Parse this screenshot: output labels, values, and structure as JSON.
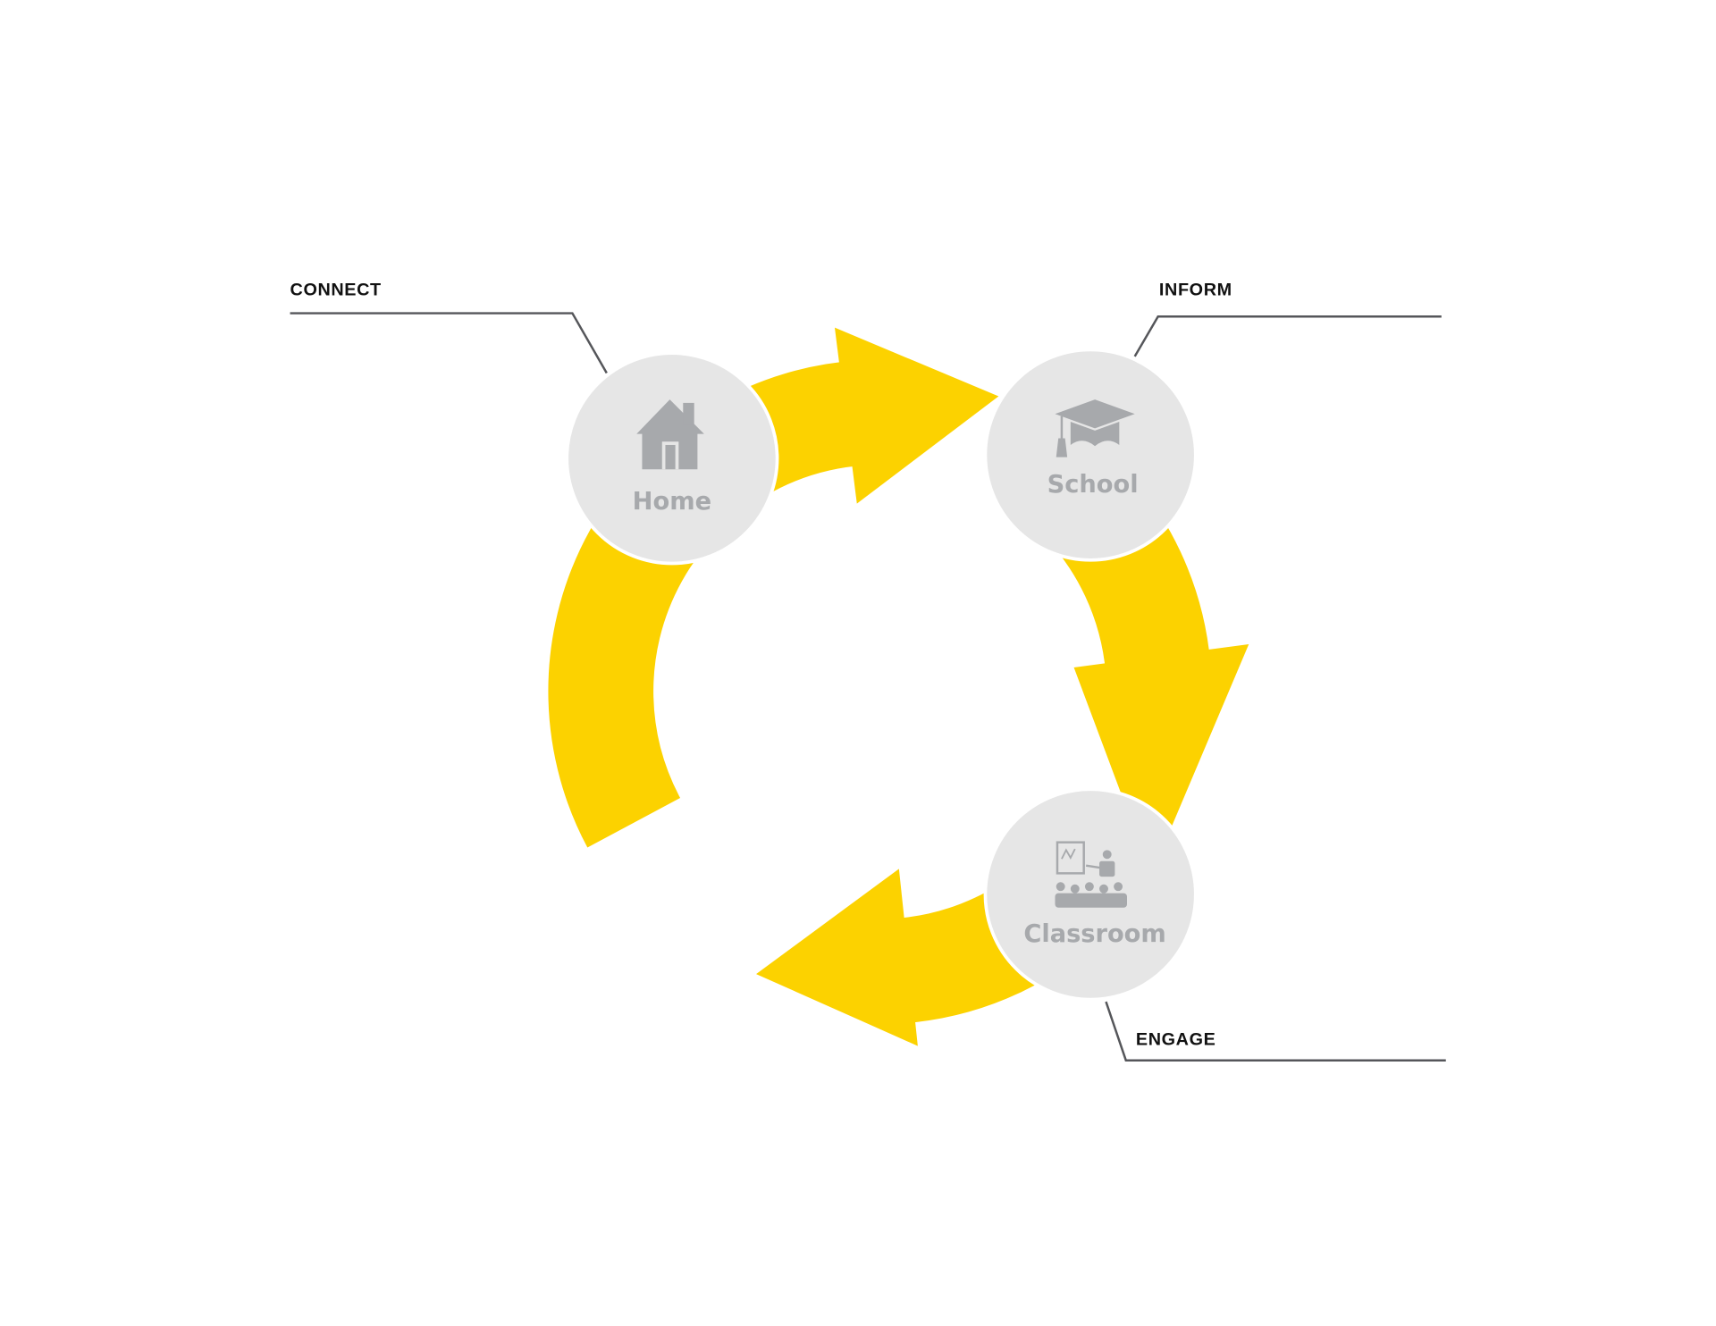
{
  "labels": {
    "connect": "CONNECT",
    "inform": "INFORM",
    "engage": "ENGAGE"
  },
  "nodes": {
    "home": "Home",
    "school": "School",
    "classroom": "Classroom"
  },
  "icons": {
    "home": "house-icon",
    "school": "graduation-cap-icon",
    "classroom": "teacher-classroom-icon"
  },
  "colors": {
    "arrow": "#fcd200",
    "circle": "#e6e6e6",
    "node_text": "#a7a9ac",
    "label_text": "#111111"
  }
}
